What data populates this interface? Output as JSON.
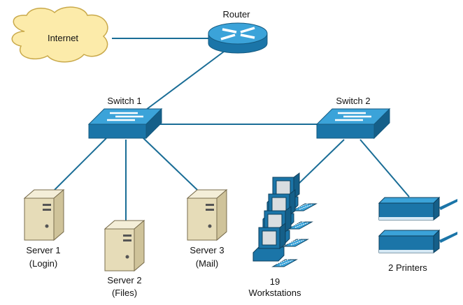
{
  "nodes": {
    "internet": {
      "label": "Internet",
      "icon": "cloud-icon"
    },
    "router": {
      "label": "Router",
      "icon": "router-icon"
    },
    "switch1": {
      "label": "Switch 1",
      "icon": "switch-icon"
    },
    "switch2": {
      "label": "Switch 2",
      "icon": "switch-icon"
    },
    "server1": {
      "label": "Server 1",
      "sublabel": "(Login)",
      "icon": "server-icon"
    },
    "server2": {
      "label": "Server 2",
      "sublabel": "(Files)",
      "icon": "server-icon"
    },
    "server3": {
      "label": "Server 3",
      "sublabel": "(Mail)",
      "icon": "server-icon"
    },
    "workstations": {
      "label": "19",
      "sublabel": "Workstations",
      "icon": "workstation-icon"
    },
    "printers": {
      "label": "2 Printers",
      "icon": "printer-icon"
    }
  },
  "links": [
    [
      "internet",
      "router"
    ],
    [
      "router",
      "switch1"
    ],
    [
      "switch1",
      "switch2"
    ],
    [
      "switch1",
      "server1"
    ],
    [
      "switch1",
      "server2"
    ],
    [
      "switch1",
      "server3"
    ],
    [
      "switch2",
      "workstations"
    ],
    [
      "switch2",
      "printers"
    ]
  ],
  "colors": {
    "device": "#1b75a8",
    "device_light": "#3ba3d9",
    "link": "#1a6d96",
    "cloud": "#fcebaa",
    "server": "#e8dfc0"
  }
}
